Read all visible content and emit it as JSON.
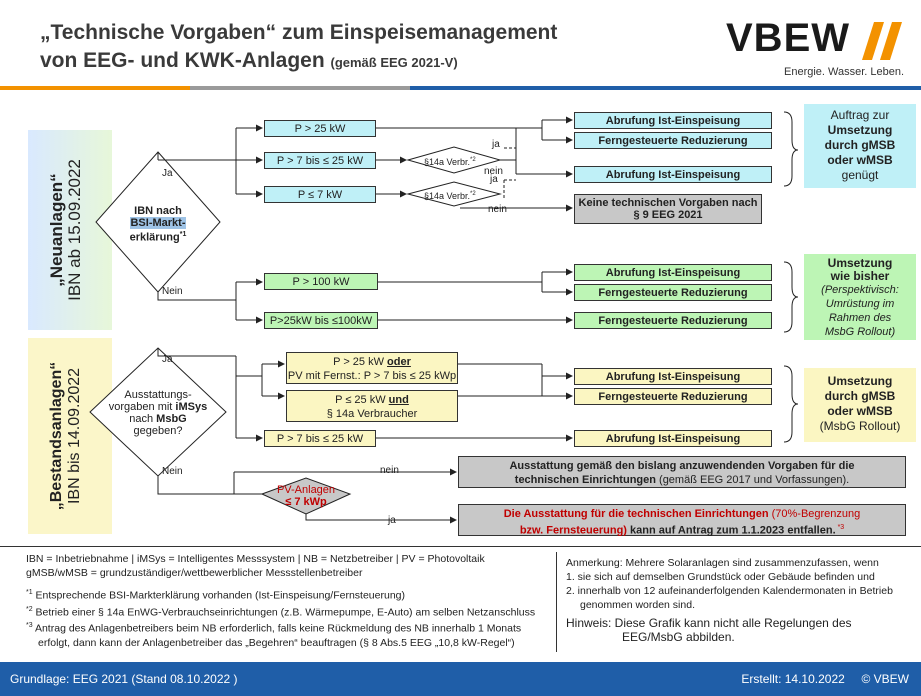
{
  "header": {
    "title_line1": "„Technische Vorgaben“ zum Einspeisemanagement",
    "title_line2": "von EEG- und KWK-Anlagen",
    "title_note": "(gemäß EEG 2021-V)",
    "logo_text": "VBEW",
    "logo_tagline": "Energie. Wasser. Leben.",
    "colors": {
      "orange": "#f39200",
      "gray": "#9a9a9a",
      "blue": "#1f5ea8"
    }
  },
  "sections": {
    "neu_title": "„Neuanlagen“",
    "neu_sub": "IBN ab 15.09.2022",
    "bestand_title": "„Bestandsanlagen“",
    "bestand_sub": "IBN bis 14.09.2022"
  },
  "neu": {
    "decision": {
      "l1": "IBN nach",
      "l2": "BSI-Markt-",
      "l3": "erklärung",
      "sup": "*1"
    },
    "ja": "Ja",
    "nein": "Nein",
    "p1": "P > 25 kW",
    "p2": "P > 7 bis ≤ 25 kW",
    "p3": "P ≤ 7 kW",
    "d14a_1": "§14a Verbr.",
    "d14a_1_sup": "*2",
    "d14a_2": "§14a Verbr.",
    "d14a_2_sup": "*2",
    "ja_small_1": "ja",
    "nein_small_1": "nein",
    "ja_small_2": "ja",
    "nein_small_2": "nein",
    "r_abruf_1": "Abrufung Ist-Einspeisung",
    "r_fern_1": "Ferngesteuerte Reduzierung",
    "r_abruf_2": "Abrufung Ist-Einspeisung",
    "r_keine": "Keine technischen Vorgaben nach § 9 EEG 2021",
    "n_p1": "P > 100 kW",
    "n_p2": "P>25kW bis ≤100kW",
    "n_abruf": "Abrufung Ist-Einspeisung",
    "n_fern_1": "Ferngesteuerte Reduzierung",
    "n_fern_2": "Ferngesteuerte Reduzierung",
    "side_cyan": {
      "l1": "Auftrag zur",
      "l2": "Umsetzung",
      "l3": "durch gMSB",
      "l4": "oder wMSB",
      "l5": "genügt"
    },
    "side_green": {
      "l1": "Umsetzung",
      "l2": "wie bisher",
      "l3": "(Perspektivisch:",
      "l4": "Umrüstung im",
      "l5": "Rahmen des",
      "l6": "MsbG Rollout)"
    }
  },
  "bestand": {
    "decision": {
      "l1": "Ausstattungs-",
      "l2a": "vorgaben mit ",
      "l2b": "iMSys",
      "l3a": "nach ",
      "l3b": "MsbG",
      "l4": "gegeben?"
    },
    "ja": "Ja",
    "nein": "Nein",
    "y1_a": "P > 25 kW ",
    "y1_b": "oder",
    "y1_c": "PV mit Fernst.: P > 7 bis ≤ 25 kWp",
    "y2_a": "P ≤ 25 kW ",
    "y2_b": "und",
    "y2_c": "§ 14a Verbraucher",
    "p3": "P > 7 bis ≤ 25 kW",
    "r_abruf_1": "Abrufung Ist-Einspeisung",
    "r_fern_1": "Ferngesteuerte Reduzierung",
    "r_abruf_2": "Abrufung Ist-Einspeisung",
    "pv_l1": "PV-Anlagen",
    "pv_l2": "≤ 7 kWp",
    "nein_small": "nein",
    "ja_small": "ja",
    "gray_a": "Ausstattung gemäß den bislang anzuwendenden Vorgaben für die",
    "gray_b": "technischen Einrichtungen",
    "gray_c": " (gemäß EEG 2017 und Vorfassungen).",
    "red_a": "Die Ausstattung für die technischen Einrichtungen",
    "red_b": " (70%-Begrenzung",
    "red_c": "bzw. Fernsteuerung)",
    "red_d": " kann auf Antrag zum 1.1.2023 entfallen.",
    "red_sup": " *3",
    "side_yellow": {
      "l1": "Umsetzung",
      "l2": "durch gMSB",
      "l3": "oder wMSB",
      "l4": "(MsbG Rollout)"
    }
  },
  "footnotes": {
    "abbr_1": "IBN = Inbetriebnahme |  iMSys = Intelligentes Messsystem  |  NB = Netzbetreiber |  PV = Photovoltaik",
    "abbr_2": "gMSB/wMSB = grundzuständiger/wettbewerblicher Messstellenbetreiber",
    "f1": "Entsprechende BSI-Markterklärung vorhanden (Ist-Einspeisung/Fernsteuerung)",
    "f1_mark": "*1",
    "f2": "Betrieb einer § 14a EnWG-Verbrauchseinrichtungen (z.B. Wärmepumpe, E-Auto) am selben Netzanschluss",
    "f2_mark": "*2",
    "f3a": "Antrag des Anlagenbetreibers beim NB erforderlich, falls keine Rückmeldung des NB innerhalb 1 Monats",
    "f3b": "erfolgt, dann kann der Anlagenbetreiber das „Begehren“ beauftragen (§ 8 Abs.5 EEG „10,8 kW-Regel“)",
    "f3_mark": "*3",
    "anm": "Anmerkung: Mehrere Solaranlagen sind zusammenzufassen, wenn",
    "anm1": "1. sie sich auf demselben Grundstück oder Gebäude befinden und",
    "anm2a": "2. innerhalb von 12 aufeinanderfolgenden Kalendermonaten in Betrieb",
    "anm2b": "genommen worden sind.",
    "hinweis_a": "Hinweis:  Diese Grafik kann nicht alle Regelungen des",
    "hinweis_b": "EEG/MsbG abbilden."
  },
  "bottom_bar": {
    "left": "Grundlage: EEG 2021 (Stand 08.10.2022 )",
    "right": "Erstellt: 14.10.2022     © VBEW"
  }
}
